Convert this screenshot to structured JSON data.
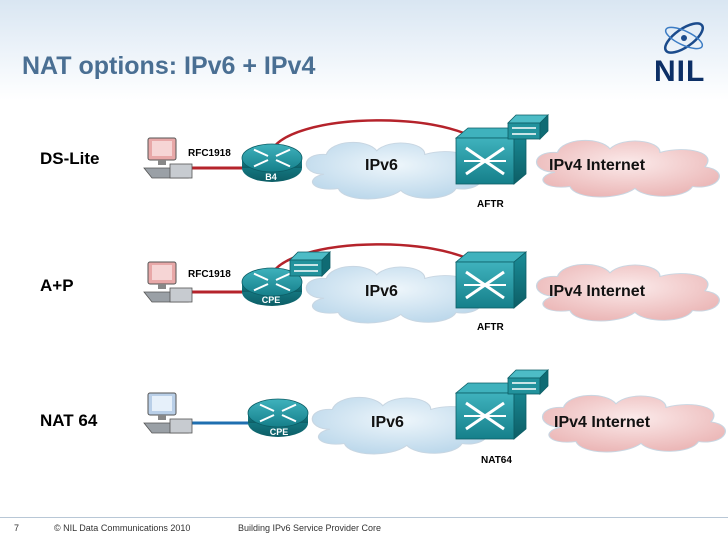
{
  "slide": {
    "title": "NAT options: IPv6 + IPv4",
    "logo_text": "NIL",
    "colors": {
      "title": "#4a6f93",
      "ipv4_line": "#b5232b",
      "ipv6_line": "#1f6fb0",
      "router": "#1d8a95",
      "ipv4_cloud": "#f3c9c9",
      "ipv6_cloud": "#cfe4f1"
    }
  },
  "rows": [
    {
      "label": "DS-Lite",
      "link_label": "RFC1918",
      "home_router": "B4",
      "cloud_v6": "IPv6",
      "gateway": "AFTR",
      "cloud_v4": "IPv4 Internet",
      "host_icon": "red-pc-icon"
    },
    {
      "label": "A+P",
      "link_label": "RFC1918",
      "home_router": "CPE",
      "cloud_v6": "IPv6",
      "gateway": "AFTR",
      "cloud_v4": "IPv4 Internet",
      "host_icon": "red-pc-icon"
    },
    {
      "label": "NAT 64",
      "link_label": "",
      "home_router": "CPE",
      "cloud_v6": "IPv6",
      "gateway": "NAT64",
      "cloud_v4": "IPv4 Internet",
      "host_icon": "blue-pc-icon"
    }
  ],
  "footer": {
    "page_number": "7",
    "copyright": "© NIL Data Communications 2010",
    "subject": "Building IPv6 Service Provider Core"
  }
}
